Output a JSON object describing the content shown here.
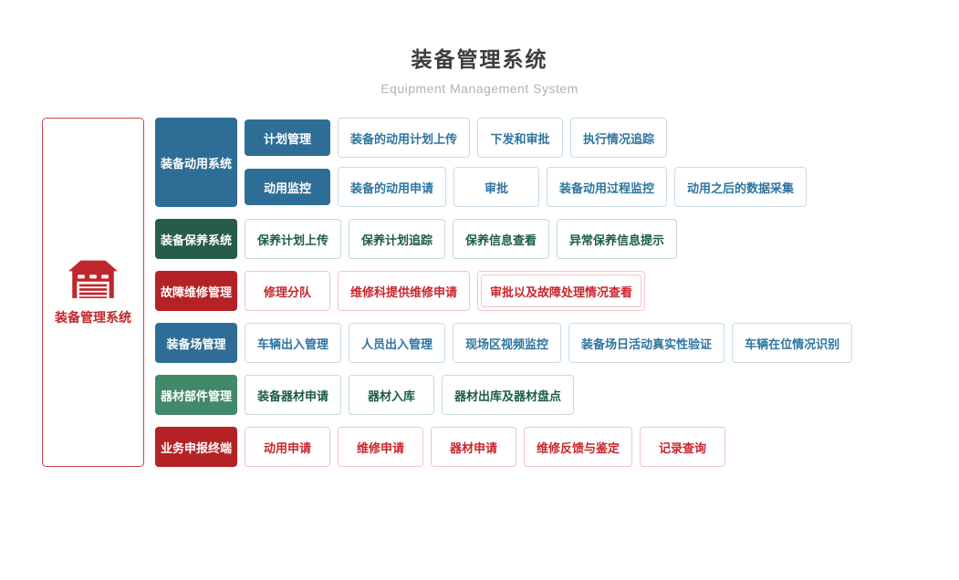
{
  "page": {
    "title": "装备管理系统",
    "subtitle": "Equipment Management System"
  },
  "root": {
    "label": "装备管理系统",
    "icon": "warehouse-icon",
    "accent_color": "#c0272d",
    "border_color": "#c9454a"
  },
  "themes": {
    "blue": {
      "solid": "#2e6e96",
      "leaf_text": "#2e75a0",
      "leaf_border": "#c9dbe7"
    },
    "dark_green": {
      "solid": "#275b4b",
      "leaf_text": "#1e5c49",
      "leaf_border": "#c6dcd3"
    },
    "green": {
      "solid": "#41896a",
      "leaf_text": "#1e5c49",
      "leaf_border": "#c6dcd3"
    },
    "red": {
      "solid": "#b52226",
      "leaf_text": "#c9262c",
      "leaf_border": "#f3c5c7"
    }
  },
  "groups": [
    {
      "label": "装备动用系统",
      "theme": "blue",
      "sub_rows": [
        {
          "label": "计划管理",
          "items": [
            {
              "label": "装备的动用计划上传"
            },
            {
              "label": "下发和审批"
            },
            {
              "label": "执行情况追踪"
            }
          ]
        },
        {
          "label": "动用监控",
          "items": [
            {
              "label": "装备的动用申请"
            },
            {
              "label": "审批"
            },
            {
              "label": "装备动用过程监控"
            },
            {
              "label": "动用之后的数据采集"
            }
          ]
        }
      ]
    },
    {
      "label": "装备保养系统",
      "theme": "dark_green",
      "items": [
        {
          "label": "保养计划上传"
        },
        {
          "label": "保养计划追踪"
        },
        {
          "label": "保养信息查看"
        },
        {
          "label": "异常保养信息提示"
        }
      ]
    },
    {
      "label": "故障维修管理",
      "theme": "red",
      "items": [
        {
          "label": "修理分队"
        },
        {
          "label": "维修科提供维修申请"
        },
        {
          "label": "审批以及故障处理情况查看",
          "double_border": true
        }
      ]
    },
    {
      "label": "装备场管理",
      "theme": "blue",
      "items": [
        {
          "label": "车辆出入管理"
        },
        {
          "label": "人员出入管理"
        },
        {
          "label": "现场区视频监控"
        },
        {
          "label": "装备场日活动真实性验证"
        },
        {
          "label": "车辆在位情况识别"
        }
      ]
    },
    {
      "label": "器材部件管理",
      "theme": "green",
      "items": [
        {
          "label": "装备器材申请"
        },
        {
          "label": "器材入库"
        },
        {
          "label": "器材出库及器材盘点"
        }
      ]
    },
    {
      "label": "业务申报终端",
      "theme": "red",
      "items": [
        {
          "label": "动用申请"
        },
        {
          "label": "维修申请"
        },
        {
          "label": "器材申请"
        },
        {
          "label": "维修反馈与鉴定"
        },
        {
          "label": "记录查询"
        }
      ]
    }
  ]
}
